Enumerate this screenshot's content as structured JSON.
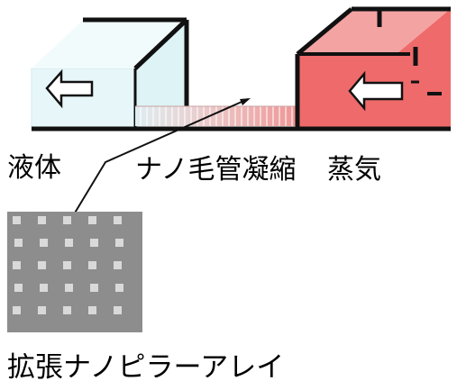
{
  "labels": {
    "liquid": "液体",
    "condensation": "ナノ毛管凝縮",
    "vapor": "蒸気",
    "pillar_array": "拡張ナノピラーアレイ"
  },
  "colors": {
    "liquid_face": "#e4f6f8",
    "liquid_face_dark": "#cfeff3",
    "vapor_face": "#f06c6c",
    "vapor_top": "#f4a3a3",
    "vapor_side": "#e35353",
    "channel": "#f2b3b3",
    "arrow_fill": "#ffffff",
    "sem_background": "#8e8e8e",
    "sem_dot": "#d8d8d8"
  },
  "icons": {
    "liquid_arrow": "left-arrow-icon",
    "vapor_arrow": "left-arrow-icon"
  }
}
